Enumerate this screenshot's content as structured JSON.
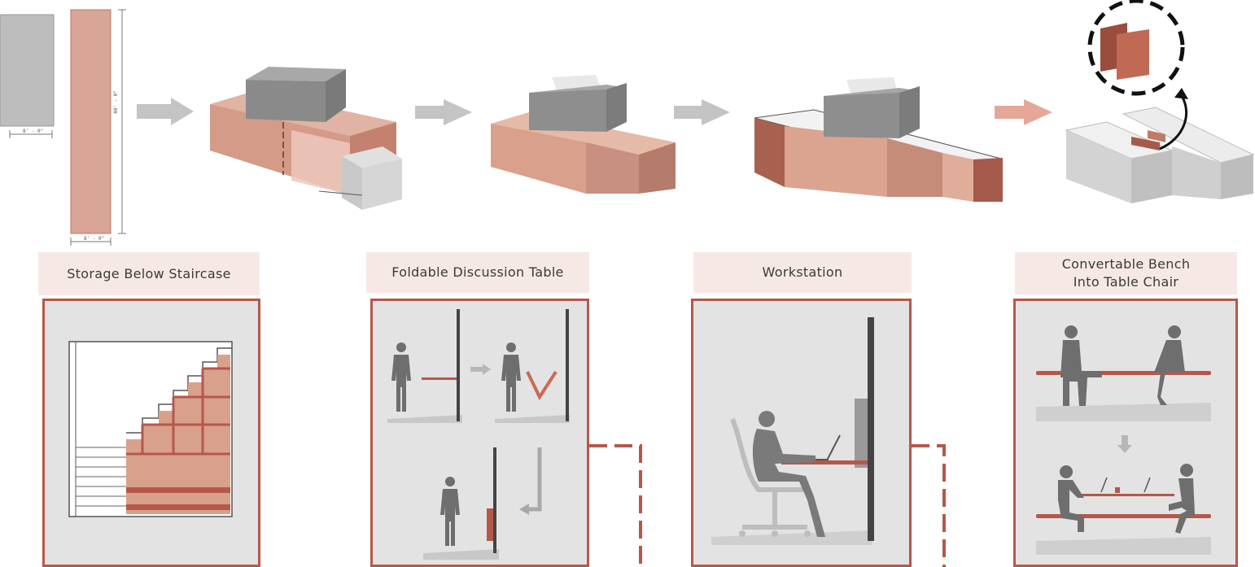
{
  "colors": {
    "accent": "#b5584a",
    "clay": "#d6a08e",
    "clay_dark": "#a9604e",
    "grey": "#8c8c8c",
    "grey_light": "#cfcfcf",
    "label_bg": "#f6e9e5",
    "panel_bg": "#e3e3e3"
  },
  "top_row": {
    "dim_width_small": "8' - 0\"",
    "dim_width_long": "8' - 0\"",
    "dim_length_long": "40' - 0\""
  },
  "panels": [
    {
      "label": "Storage Below Staircase"
    },
    {
      "label": "Foldable Discussion Table"
    },
    {
      "label": "Workstation"
    },
    {
      "label": "Convertable Bench\nInto Table Chair"
    }
  ],
  "icons": [
    "arrow-right-icon",
    "arrow-down-icon",
    "person-silhouette-icon",
    "office-chair-icon",
    "laptop-icon",
    "cup-icon"
  ]
}
